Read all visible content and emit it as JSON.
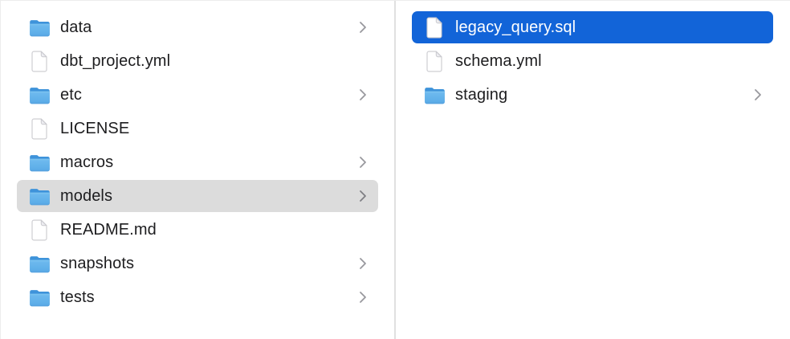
{
  "window": {
    "view": "file-browser-column-view"
  },
  "colors": {
    "selection_blue": "#1264d8",
    "selection_gray": "#dcdcdc",
    "text": "#1d1d1f",
    "text_selected": "#ffffff",
    "folder_blue_front": "#5cade8",
    "folder_blue_back": "#3e93da",
    "chevron_gray": "#98989d",
    "divider": "#e0e0e0",
    "background": "#ffffff"
  },
  "columns": [
    {
      "id": "left",
      "items": [
        {
          "label": "data",
          "type": "folder",
          "chevron": true,
          "selected": "none"
        },
        {
          "label": "dbt_project.yml",
          "type": "file",
          "chevron": false,
          "selected": "none"
        },
        {
          "label": "etc",
          "type": "folder",
          "chevron": true,
          "selected": "none"
        },
        {
          "label": "LICENSE",
          "type": "file",
          "chevron": false,
          "selected": "none"
        },
        {
          "label": "macros",
          "type": "folder",
          "chevron": true,
          "selected": "none"
        },
        {
          "label": "models",
          "type": "folder",
          "chevron": true,
          "selected": "gray"
        },
        {
          "label": "README.md",
          "type": "file",
          "chevron": false,
          "selected": "none"
        },
        {
          "label": "snapshots",
          "type": "folder",
          "chevron": true,
          "selected": "none"
        },
        {
          "label": "tests",
          "type": "folder",
          "chevron": true,
          "selected": "none"
        }
      ]
    },
    {
      "id": "right",
      "items": [
        {
          "label": "legacy_query.sql",
          "type": "file",
          "chevron": false,
          "selected": "blue"
        },
        {
          "label": "schema.yml",
          "type": "file",
          "chevron": false,
          "selected": "none"
        },
        {
          "label": "staging",
          "type": "folder",
          "chevron": true,
          "selected": "none"
        }
      ]
    }
  ]
}
